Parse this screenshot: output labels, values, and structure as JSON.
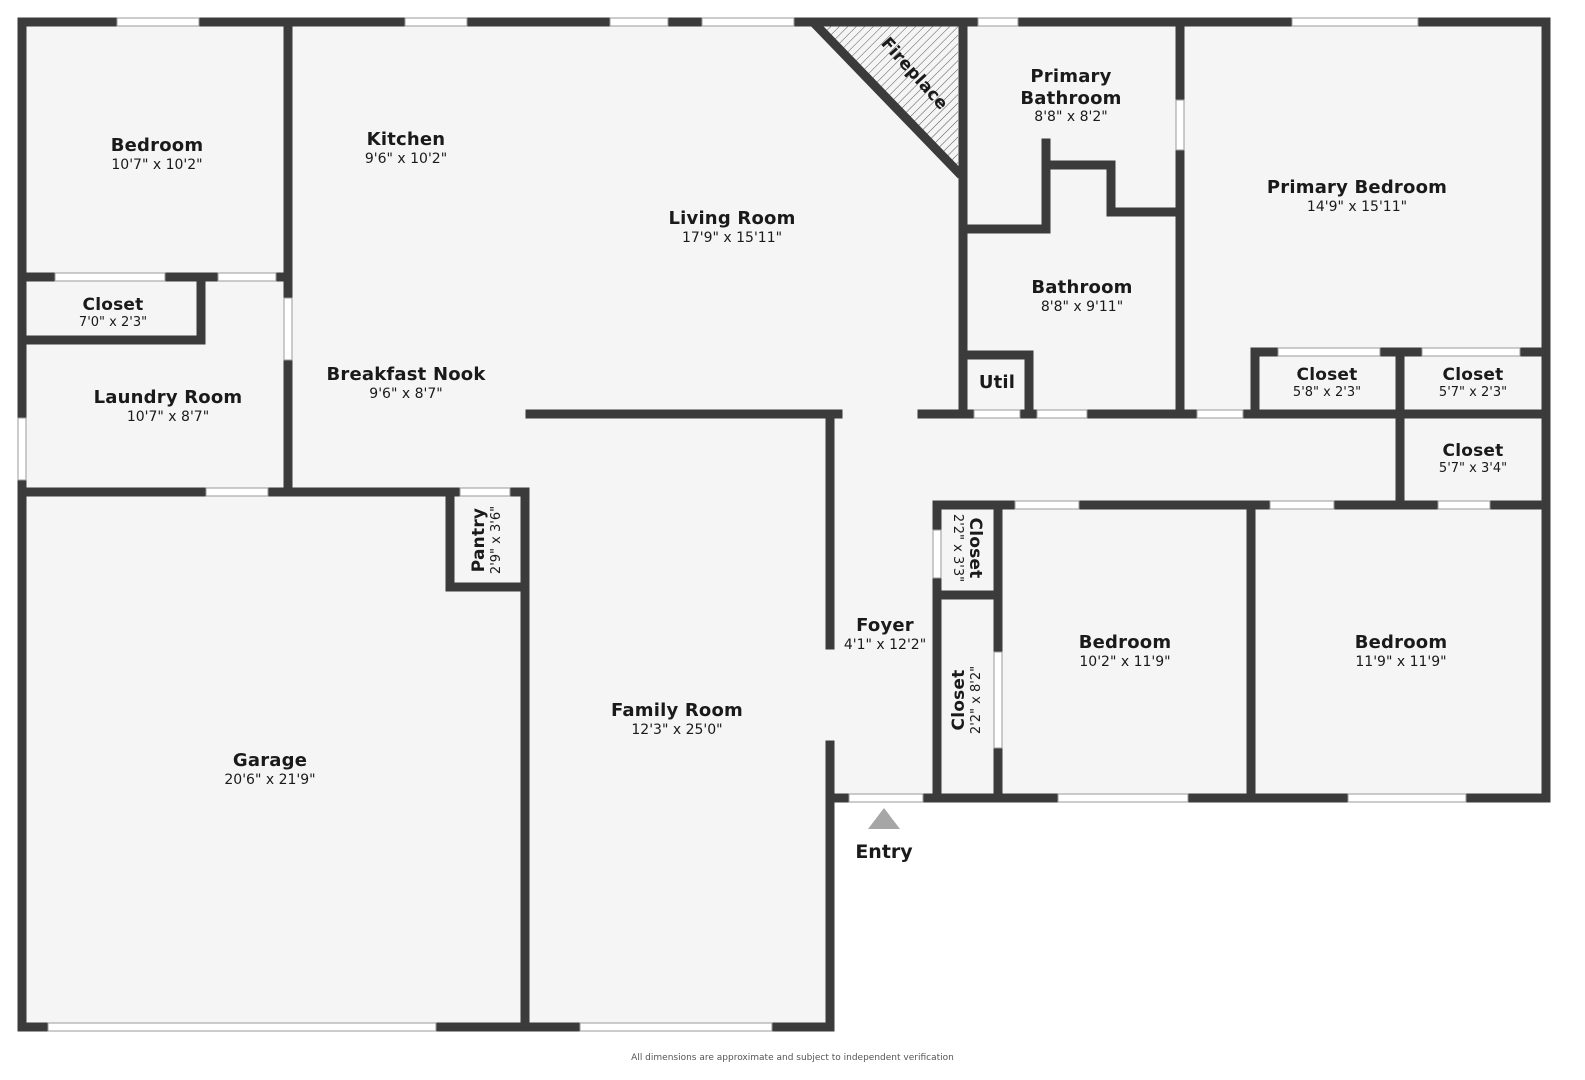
{
  "colors": {
    "wall": "#3b3b3b",
    "floor": "#f5f5f5",
    "opening": "#ffffff",
    "hatch": "#555555",
    "entry_arrow": "#a6a6a6"
  },
  "rooms": {
    "bedroom_nw": {
      "name": "Bedroom",
      "dim": "10'7\" x 10'2\""
    },
    "kitchen": {
      "name": "Kitchen",
      "dim": "9'6\" x 10'2\""
    },
    "living_room": {
      "name": "Living Room",
      "dim": "17'9\" x 15'11\""
    },
    "fireplace": {
      "name": "Fireplace"
    },
    "primary_bathroom": {
      "name_line1": "Primary",
      "name_line2": "Bathroom",
      "dim": "8'8\" x 8'2\""
    },
    "primary_bedroom": {
      "name": "Primary Bedroom",
      "dim": "14'9\" x 15'11\""
    },
    "bathroom": {
      "name": "Bathroom",
      "dim": "8'8\" x 9'11\""
    },
    "util": {
      "name": "Util"
    },
    "closet_primary_1": {
      "name": "Closet",
      "dim": "5'8\" x 2'3\""
    },
    "closet_primary_2": {
      "name": "Closet",
      "dim": "5'7\" x 2'3\""
    },
    "closet_hall": {
      "name": "Closet",
      "dim": "5'7\" x 3'4\""
    },
    "closet_nw": {
      "name": "Closet",
      "dim": "7'0\" x 2'3\""
    },
    "laundry_room": {
      "name": "Laundry Room",
      "dim": "10'7\" x 8'7\""
    },
    "breakfast_nook": {
      "name": "Breakfast Nook",
      "dim": "9'6\" x 8'7\""
    },
    "pantry": {
      "name": "Pantry",
      "dim": "2'9\" x 3'6\""
    },
    "garage": {
      "name": "Garage",
      "dim": "20'6\" x 21'9\""
    },
    "family_room": {
      "name": "Family Room",
      "dim": "12'3\" x 25'0\""
    },
    "foyer": {
      "name": "Foyer",
      "dim": "4'1\" x 12'2\""
    },
    "closet_foyer_small": {
      "name": "Closet",
      "dim": "2'2\" x 3'3\""
    },
    "closet_foyer_long": {
      "name": "Closet",
      "dim": "2'2\" x 8'2\""
    },
    "bedroom_center": {
      "name": "Bedroom",
      "dim": "10'2\" x 11'9\""
    },
    "bedroom_east": {
      "name": "Bedroom",
      "dim": "11'9\" x 11'9\""
    }
  },
  "entry": {
    "label": "Entry",
    "icon": "triangle-up-icon"
  },
  "footer": {
    "disclaimer": "All dimensions are approximate and subject to independent verification"
  }
}
